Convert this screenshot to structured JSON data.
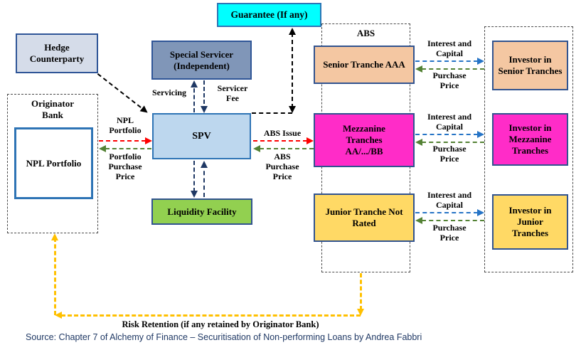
{
  "diagram": {
    "guarantee": "Guarantee (If any)",
    "hedge_counterparty": "Hedge Counterparty",
    "special_servicer": "Special Servicer (Independent)",
    "spv": "SPV",
    "liquidity_facility": "Liquidity Facility",
    "originator_bank": {
      "label": "Originator Bank",
      "npl_portfolio": "NPL Portfolio"
    },
    "abs": {
      "label": "ABS",
      "tranches": [
        "Senior Tranche AAA",
        "Mezzanine Tranches AA/.../BB",
        "Junior Tranche Not Rated"
      ]
    },
    "investors": [
      "Investor in Senior Tranches",
      "Investor in Mezzanine Tranches",
      "Investor in Junior Tranches"
    ],
    "flows": {
      "servicing": "Servicing",
      "servicer_fee": "Servicer Fee",
      "npl_portfolio": "NPL Portfolio",
      "portfolio_purchase_price": "Portfolio Purchase Price",
      "abs_issue": "ABS Issue",
      "abs_purchase_price": "ABS Purchase Price",
      "interest_and_capital": "Interest and Capital",
      "purchase_price": "Purchase Price",
      "risk_retention": "Risk Retention (if any retained by Originator Bank)"
    },
    "colors": {
      "guarantee_fill": "#00FFFF",
      "hedge_fill": "#D5DCE9",
      "special_servicer_fill": "#8096B8",
      "spv_fill": "#BDD7EE",
      "liquidity_fill": "#92D050",
      "senior_fill": "#F4C7A2",
      "mezzanine_fill": "#FF2CC8",
      "junior_fill": "#FFD965",
      "box_border": "#31538F",
      "arrow_red": "#FF0000",
      "arrow_green": "#548235",
      "arrow_blue": "#2674C6",
      "arrow_navy": "#1F3864",
      "arrow_black": "#000000",
      "arrow_gold": "#FFC000"
    }
  },
  "source_note": "Source: Chapter 7 of Alchemy of Finance – Securitisation of Non-performing Loans by Andrea Fabbri"
}
